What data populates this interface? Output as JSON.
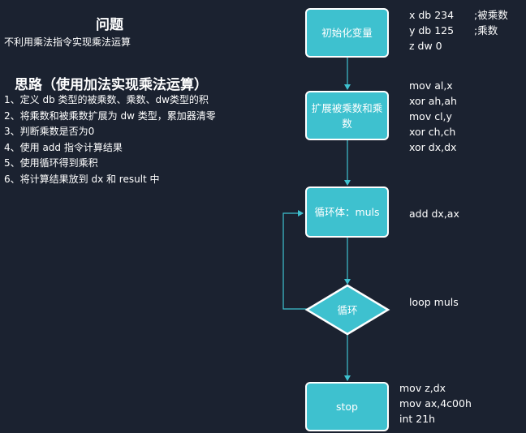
{
  "left": {
    "title": "问题",
    "subtitle": "不利用乘法指令实现乘法运算",
    "section_title": "思路（使用加法实现乘法运算）",
    "steps": [
      "1、定义 db 类型的被乘数、乘数、dw类型的积",
      "2、将乘数和被乘数扩展为 dw 类型，累加器清零",
      "3、判断乘数是否为0",
      "4、使用 add 指令计算结果",
      "5、使用循环得到乘积",
      "6、将计算结果放到 dx 和 result 中"
    ]
  },
  "flow": {
    "nodes": {
      "init": "初始化变量",
      "extend_line1": "扩展被乘数和乘",
      "extend_line2": "数",
      "loop_body": "循环体：muls",
      "decision": "循环",
      "stop": "stop"
    },
    "code": {
      "init_lines": [
        "x db 234",
        "y db 125",
        "z dw 0"
      ],
      "init_comments": [
        ";被乘数",
        ";乘数"
      ],
      "extend_lines": [
        "mov al,x",
        "xor ah,ah",
        "mov cl,y",
        "xor ch,ch",
        "xor dx,dx"
      ],
      "body_lines": [
        "add dx,ax"
      ],
      "loop_lines": [
        "loop muls"
      ],
      "stop_lines": [
        "mov z,dx",
        "mov ax,4c00h",
        "int 21h"
      ]
    }
  },
  "colors": {
    "background": "#1b2230",
    "node_fill": "#3ec1cf",
    "node_border": "#ffffff",
    "connector": "#3ec1cf"
  }
}
